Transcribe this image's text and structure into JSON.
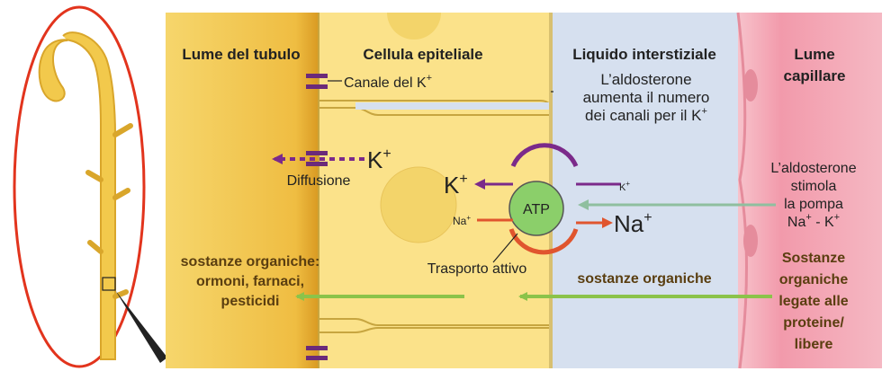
{
  "headers": {
    "lumen_tubule": "Lume del tubulo",
    "epithelial_cell": "Cellula epiteliale",
    "interstitial": "Liquido interstiziale",
    "capillary_lumen_1": "Lume",
    "capillary_lumen_2": "capillare"
  },
  "labels": {
    "k_channel": "Canale del K",
    "aldo_channels_1": "L’aldosterone",
    "aldo_channels_2": "aumenta il numero",
    "aldo_channels_3": "dei canali per il K",
    "k_diffusion": "K",
    "diffusion": "Diffusione",
    "k_pump_out": "K",
    "k_pump_in": "K",
    "na_pump_in": "Na",
    "na_pump_out": "Na",
    "atp": "ATP",
    "active_transport": "Trasporto attivo",
    "aldo_pump_1": "L’aldosterone",
    "aldo_pump_2": "stimola",
    "aldo_pump_3": "la pompa",
    "aldo_pump_4": "Na",
    "aldo_pump_4b": " - K",
    "organic_left_1": "sostanze organiche:",
    "organic_left_2": "ormoni, farnaci,",
    "organic_left_3": "pesticidi",
    "organic_mid": "sostanze organiche",
    "organic_right_1": "Sostanze",
    "organic_right_2": "organiche",
    "organic_right_3": "legate alle",
    "organic_right_4": "proteine/",
    "organic_right_5": "libere",
    "plus": "+"
  },
  "colors": {
    "lumen_tubule": "#f0c24a",
    "epithelial_cell": "#fbe28a",
    "interstitial": "#d8e2ef",
    "capillary": "#f4a9b5",
    "potassium_arrow": "#7b2a8a",
    "sodium_arrow": "#e0552e",
    "organic_arrow": "#8bc34a",
    "aldosterone_arrow": "#8fbf9f",
    "outline_oval": "#e2341d"
  }
}
